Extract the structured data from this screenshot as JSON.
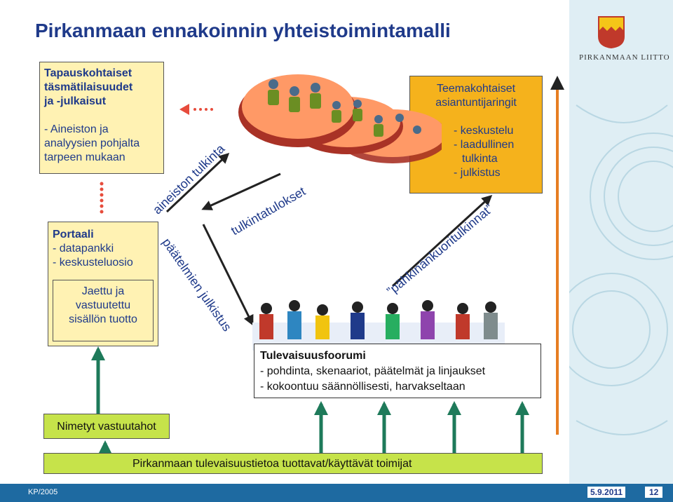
{
  "title": "Pirkanmaan ennakoinnin yhteistoimintamalli",
  "top_left_box": {
    "heading": [
      "Tapauskohtaiset",
      "täsmätilaisuudet",
      "ja -julkaisut"
    ],
    "body": [
      "- Aineiston ja",
      "analyysien pohjalta",
      "tarpeen mukaan"
    ]
  },
  "expert_box": {
    "heading": [
      "Teemakohtaiset",
      "asiantuntijaringit"
    ],
    "items": [
      "- keskustelu",
      "- laadullinen",
      "tulkinta",
      "- julkistus"
    ]
  },
  "portal_box": {
    "heading": "Portaali",
    "items": [
      "- datapankki",
      "- keskusteluosio"
    ],
    "inner": [
      "Jaettu ja",
      "vastuutettu",
      "sisällön tuotto"
    ]
  },
  "arrow_labels": {
    "aineiston": "aineiston tulkinta",
    "tulkintatulokset": "tulkintatulokset",
    "paatelmien": "päätelmien julkistus",
    "pahkinankuori": "”pähkinänkuoritulkinnat”"
  },
  "forum_box": {
    "heading": "Tulevaisuusfoorumi",
    "items": [
      "- pohdinta, skenaariot, päätelmät ja linjaukset",
      "- kokoontuu säännöllisesti, harvakseltaan"
    ]
  },
  "responsible_box": "Nimetyt vastuutahot",
  "bottom_box": "Pirkanmaan tulevaisuustietoa tuottavat/käyttävät toimijat",
  "logo_text": "PIRKANMAAN LIITTO",
  "footer": {
    "left": "KP/2005",
    "date": "5.9.2011",
    "page": "12"
  },
  "colors": {
    "title": "#1f3a8a",
    "yellow": "#fff2b3",
    "orange": "#f5b21c",
    "green": "#c6e34a",
    "arrow_green": "#1e7a5a",
    "arrow_orange": "#c0392b"
  }
}
